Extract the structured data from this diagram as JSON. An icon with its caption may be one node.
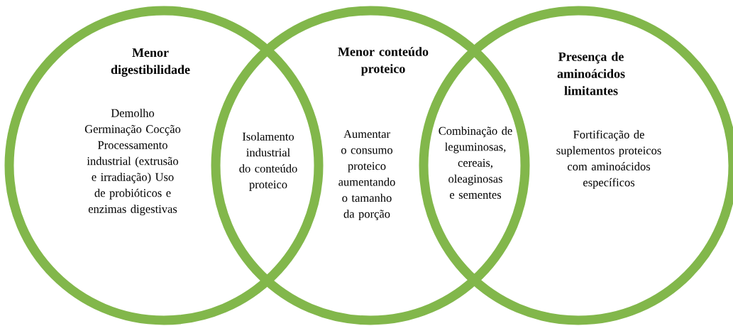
{
  "diagram": {
    "nodes": [
      {
        "text": [
          "Menor digestibilidade",
          "Demolho Germinação Cocção Processamento industrial (extrusão e irradiação) Uso de probióticos e enzimas digestivas"
        ]
      },
      {
        "text": [
          "Menor conteúdo proteico",
          "Aumentar o consumo proteico aumentando o tamanho da porção"
        ]
      },
      {
        "text": [
          "Presença de aminoácidos limitantes",
          "Fortificação de suplementos proteicos com aminoácidos específicos"
        ]
      }
    ],
    "labels": [
      "Isolamento industrial do conteúdo proteico",
      "Combinação de leguminosas, cereais, oleaginosas e sementes"
    ]
  }
}
